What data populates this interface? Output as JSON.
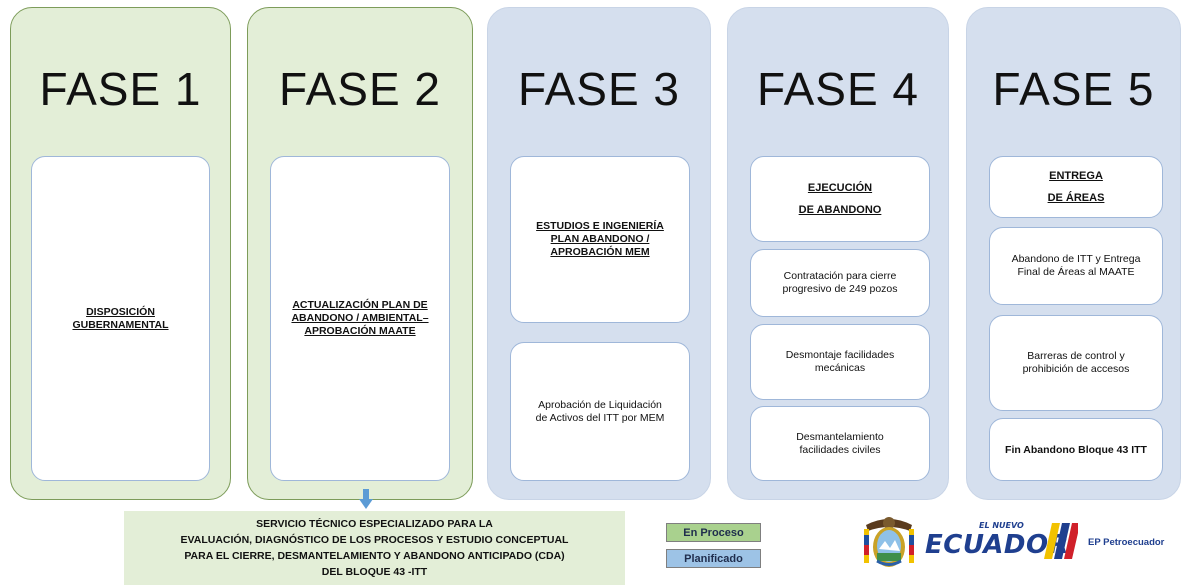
{
  "phases": [
    {
      "title": "FASE 1",
      "cards": [
        {
          "lines": [
            "DISPOSICIÓN",
            "GUBERNAMENTAL"
          ]
        }
      ]
    },
    {
      "title": "FASE 2",
      "cards": [
        {
          "lines": [
            "ACTUALIZACIÓN PLAN DE",
            "ABANDONO / AMBIENTAL–",
            "APROBACIÓN MAATE"
          ]
        }
      ]
    },
    {
      "title": "FASE 3",
      "cards": [
        {
          "lines": [
            "ESTUDIOS E INGENIERÍA",
            "PLAN ABANDONO /",
            "APROBACIÓN MEM"
          ]
        },
        {
          "lines": [
            "Aprobación de Liquidación",
            "de Activos del ITT por MEM"
          ]
        }
      ]
    },
    {
      "title": "FASE 4",
      "cards": [
        {
          "lines": [
            "EJECUCIÓN",
            "DE ABANDONO"
          ]
        },
        {
          "lines": [
            "Contratación para cierre",
            "progresivo de 249 pozos"
          ]
        },
        {
          "lines": [
            "Desmontaje facilidades",
            "mecánicas"
          ]
        },
        {
          "lines": [
            "Desmantelamiento",
            "facilidades civiles"
          ]
        }
      ]
    },
    {
      "title": "FASE 5",
      "cards": [
        {
          "lines": [
            "ENTREGA",
            "DE ÁREAS"
          ]
        },
        {
          "lines": [
            "Abandono de ITT y Entrega",
            "Final de Áreas al MAATE"
          ]
        },
        {
          "lines": [
            "Barreras de control y",
            "prohibición de accesos"
          ]
        },
        {
          "lines": [
            "Fin Abandono Bloque 43  ITT"
          ]
        }
      ]
    }
  ],
  "service": {
    "lines": [
      "SERVICIO TÉCNICO ESPECIALIZADO PARA LA",
      "EVALUACIÓN, DIAGNÓSTICO DE LOS PROCESOS Y ESTUDIO CONCEPTUAL",
      "PARA EL CIERRE, DESMANTELAMIENTO Y ABANDONO ANTICIPADO (CDA)",
      "DEL BLOQUE 43 -ITT"
    ]
  },
  "legend": {
    "in_progress": "En Proceso",
    "planned": "Planificado",
    "in_progress_color": "#a9d18e",
    "planned_color": "#9dc3e6"
  },
  "colors": {
    "active_phase": "#e3eed7",
    "planned_phase": "#d5dfee"
  },
  "logos": {
    "shield": "ecuador-coat-of-arms-icon",
    "brand_small": "EL NUEVO",
    "brand": "ECUADOR",
    "company": "EP Petroecuador"
  }
}
